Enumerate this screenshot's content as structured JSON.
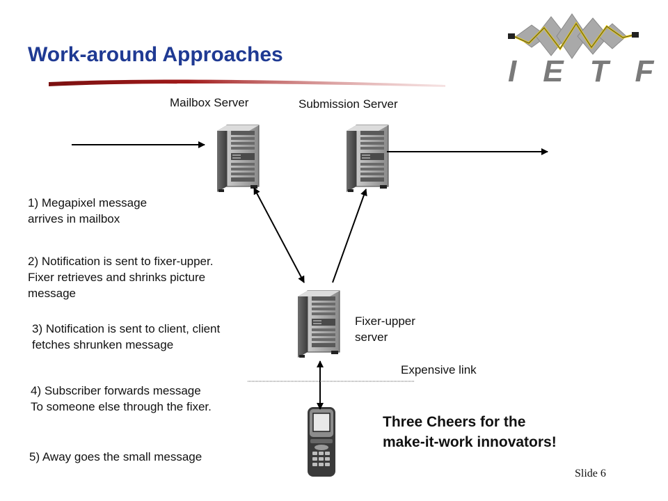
{
  "slide": {
    "title": "Work-around Approaches",
    "logo_text": "IETF",
    "slide_number": "Slide 6"
  },
  "servers": {
    "mailbox_label": "Mailbox Server",
    "submission_label": "Submission Server",
    "fixer_label_line1": "Fixer-upper",
    "fixer_label_line2": "server"
  },
  "link": {
    "label": "Expensive link"
  },
  "steps": [
    {
      "line1": "1) Megapixel message",
      "line2": "arrives in mailbox"
    },
    {
      "line1": "2) Notification is sent to fixer-upper.",
      "line2": "Fixer retrieves and shrinks picture",
      "line3": "message"
    },
    {
      "line1": "3) Notification is sent to client, client",
      "line2": "fetches shrunken message"
    },
    {
      "line1": "4) Subscriber forwards message",
      "line2": "To someone else through the fixer."
    },
    {
      "line1": "5) Away goes the small message"
    }
  ],
  "callout": {
    "line1": "Three Cheers for the",
    "line2": "make-it-work innovators!"
  },
  "colors": {
    "title": "#1f3a93",
    "logo_gray": "#a9a9a9",
    "logo_line": "#f0d000",
    "arrow": "#000000"
  }
}
